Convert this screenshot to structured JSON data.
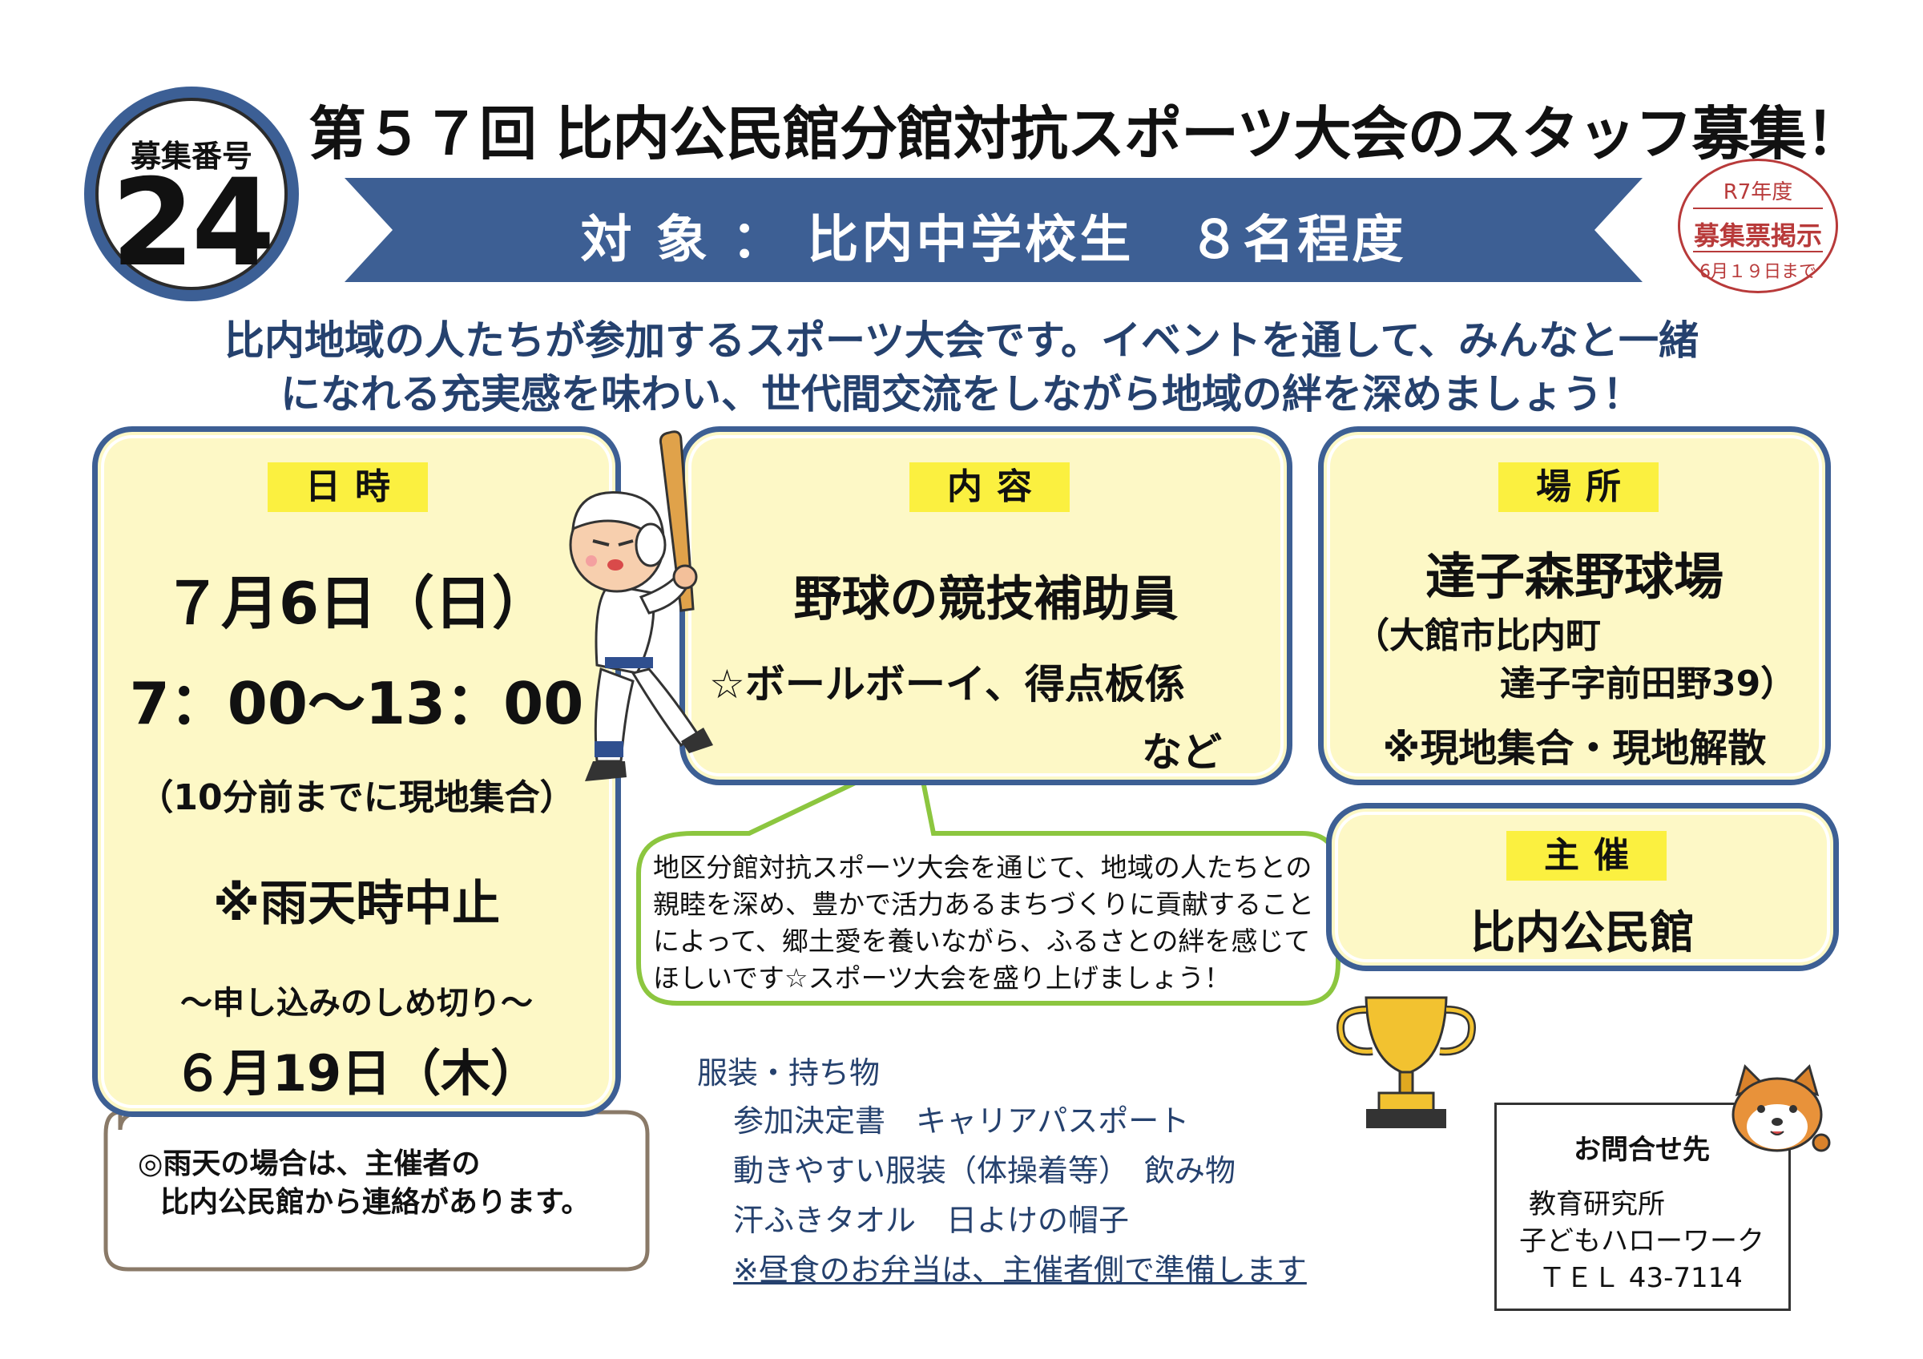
{
  "recruit": {
    "label": "募集番号",
    "number": "24"
  },
  "title": "第５７回 比内公民館分館対抗スポーツ大会のスタッフ募集！",
  "target": "対 象 ： 比内中学校生　８名程度",
  "stamp": {
    "year": "R7年度",
    "posting": "募集票掲示",
    "until": "6月１９日まで"
  },
  "intro": [
    "比内地域の人たちが参加するスポーツ大会です。イベントを通して、みんなと一緒",
    "になれる充実感を味わい、世代間交流をしながら地域の絆を深めましょう！"
  ],
  "datetime": {
    "tag": "日時",
    "date": "７月6日（日）",
    "time": "7：00～13：00",
    "gather": "（10分前までに現地集合）",
    "rain": "※雨天時中止",
    "deadline_label": "～申し込みのしめ切り～",
    "deadline": "６月19日（木）"
  },
  "content": {
    "tag": "内容",
    "role": "野球の競技補助員",
    "detail": "☆ボールボーイ、得点板係",
    "etc": "など"
  },
  "place": {
    "tag": "場所",
    "name": "達子森野球場",
    "address1": "（大館市比内町",
    "address2": "達子字前田野39）",
    "note": "※現地集合・現地解散"
  },
  "host": {
    "tag": "主催",
    "name": "比内公民館"
  },
  "purpose": [
    "地区分館対抗スポーツ大会を通じて、地域の人たちとの",
    "親睦を深め、豊かで活力あるまちづくりに貢献すること",
    "によって、郷土愛を養いながら、ふるさとの絆を感じて",
    "ほしいです☆スポーツ大会を盛り上げましょう！"
  ],
  "rain_contact": [
    "◎雨天の場合は、主催者の",
    "比内公民館から連絡があります。"
  ],
  "items": {
    "heading": "服装・持ち物",
    "lines": [
      "参加決定書　キャリアパスポート",
      "動きやすい服装（体操着等）　飲み物",
      "汗ふきタオル　日よけの帽子"
    ],
    "lunch": "※昼食のお弁当は、主催者側で準備します"
  },
  "contact": {
    "heading": "お問合せ先",
    "org1": "教育研究所",
    "org2": "子どもハローワーク",
    "tel": "ＴＥＬ 43-7114"
  },
  "colors": {
    "navy": "#3d5f94",
    "box_fill": "#fdf8c6",
    "tag_yellow": "#fbf040",
    "text_navy": "#25416e",
    "bubble_green": "#8cc63f",
    "stamp_red": "#b83a3a"
  }
}
